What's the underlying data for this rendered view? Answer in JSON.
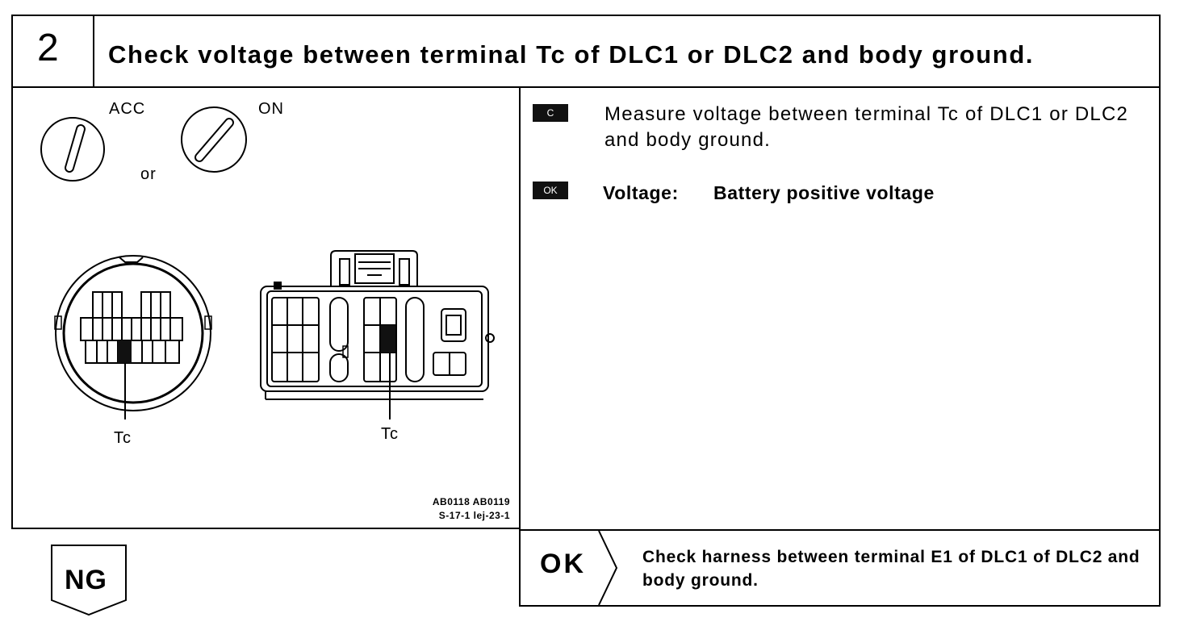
{
  "header": {
    "step_number": "2",
    "title": "Check voltage between terminal Tc of DLC1 or DLC2 and body ground."
  },
  "diagram": {
    "ignition": {
      "left_label": "ACC",
      "right_label": "ON",
      "connector_word": "or"
    },
    "terminal_label_left": "Tc",
    "terminal_label_right": "Tc",
    "figure_codes": [
      "AB0118 AB0119",
      "S-17-1 lej-23-1"
    ]
  },
  "instructions": {
    "measure_badge": "C",
    "measure_text": "Measure voltage between terminal Tc of DLC1 or DLC2 and body ground.",
    "ok_badge": "OK",
    "spec_label": "Voltage:",
    "spec_value": "Battery positive voltage"
  },
  "results": {
    "ng_label": "NG",
    "ok_label": "OK",
    "ok_action": "Check harness between terminal E1 of DLC1 of DLC2 and body ground."
  }
}
